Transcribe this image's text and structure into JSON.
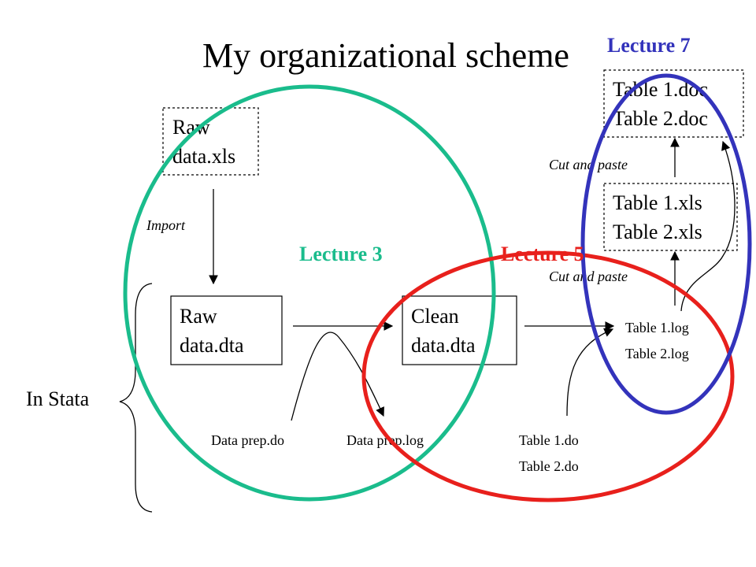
{
  "title": "My organizational scheme",
  "nodes": {
    "raw_xls": [
      "Raw",
      "data.xls"
    ],
    "raw_dta": [
      "Raw",
      "data.dta"
    ],
    "clean_dta": [
      "Clean",
      "data.dta"
    ],
    "table_xls": [
      "Table 1.xls",
      "Table 2.xls"
    ],
    "table_doc": [
      "Table 1.doc",
      "Table 2.doc"
    ],
    "table_log": [
      "Table 1.log",
      "Table 2.log"
    ],
    "table_do": [
      "Table 1.do",
      "Table 2.do"
    ],
    "data_prep_do": "Data prep.do",
    "data_prep_log": "Data prep.log"
  },
  "edge_labels": {
    "import": "Import",
    "cut_paste_lower": "Cut and paste",
    "cut_paste_upper": "Cut and paste"
  },
  "group_label": "In Stata",
  "lectures": {
    "l3": {
      "label": "Lecture 3",
      "color": "#1abc8c"
    },
    "l5": {
      "label": "Lecture 5",
      "color": "#e8201c"
    },
    "l7": {
      "label": "Lecture 7",
      "color": "#3333bb"
    }
  }
}
